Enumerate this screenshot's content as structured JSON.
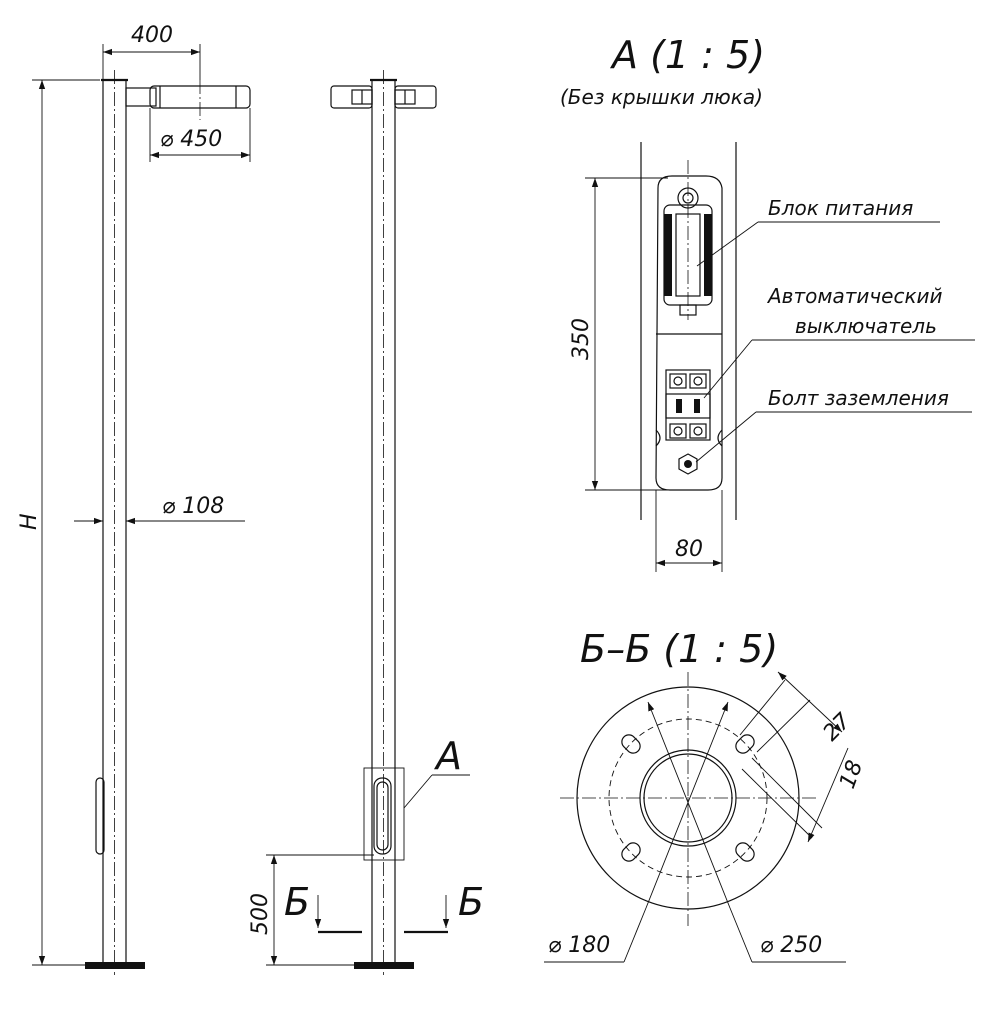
{
  "pole_front": {
    "dim_arm_length": "400",
    "dim_luminaire": "⌀ 450",
    "dim_pole_diameter": "⌀ 108",
    "dim_height": "H"
  },
  "pole_side": {
    "callout_a": "А",
    "dim_door_height": "500",
    "section_mark_left": "Б",
    "section_mark_right": "Б"
  },
  "detail_a": {
    "title": "А (1 : 5)",
    "subtitle": "(Без крышки люка)",
    "dim_height": "350",
    "dim_width": "80",
    "label_power_unit": "Блок питания",
    "label_breaker_line1": "Автоматический",
    "label_breaker_line2": "выключатель",
    "label_ground_bolt": "Болт заземления"
  },
  "section_bb": {
    "title": "Б–Б (1 : 5)",
    "dim_hole_pitch": "27",
    "dim_hole_diameter": "18",
    "dim_inner": "⌀ 180",
    "dim_outer": "⌀ 250"
  }
}
